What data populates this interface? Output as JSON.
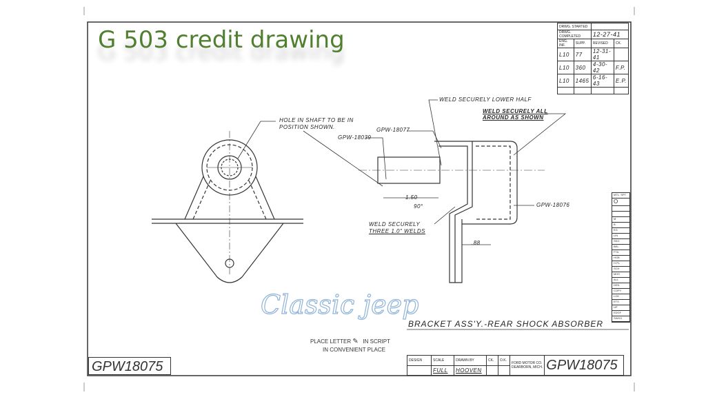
{
  "slide_title": "G 503 credit drawing",
  "watermark": "Classic jeep",
  "revision_block": {
    "drwg_started_label": "DRWG. STARTED",
    "drwg_completed_label": "DRWG. COMPLETED",
    "drwg_completed_value": "12-27-41",
    "headers": [
      "ENG. INF.",
      "SUPP.",
      "REVISED",
      "CK."
    ],
    "rows": [
      [
        "L10",
        "77",
        "12-31-41",
        ""
      ],
      [
        "L10",
        "360",
        "4-30-42",
        "F.P."
      ],
      [
        "L10",
        "1465",
        "6-16-43",
        "E.P."
      ]
    ]
  },
  "side_block": {
    "header": "MTL. SPT.",
    "value": "O",
    "items": [
      "M",
      "B",
      "EG",
      "LIN",
      "SKG",
      "BEL",
      "FTA",
      "HGB",
      "H.PL",
      "SCH",
      "MHS",
      "ALL",
      "DEN",
      "COPY",
      "LOK",
      "ETS",
      "UP",
      "EDGF",
      "SWKG"
    ]
  },
  "annotations": {
    "hole": "HOLE IN SHAFT TO BE IN",
    "hole2": "POSITION SHOWN.",
    "weld_lower": "WELD SECURELY LOWER HALF",
    "weld_all": "WELD SECURELY ALL",
    "weld_all2": "AROUND AS SHOWN",
    "part_18077": "GPW-18077",
    "part_18039": "GPW-18039",
    "part_18076": "GPW-18076",
    "dim_150": "1.50",
    "angle": "90°",
    "weld_three": "WELD SECURELY",
    "weld_three2": "THREE 1.0\" WELDS",
    "dim_88": ".88"
  },
  "drawing_title": "BRACKET ASS'Y.-REAR SHOCK ABSORBER",
  "stamp": {
    "line1": "PLACE LETTER",
    "line1b": "IN SCRIPT",
    "line2": "IN CONVENIENT PLACE"
  },
  "part_number_left": "GPW18075",
  "title_block": {
    "design_label": "DESIGN",
    "scale_label": "SCALE",
    "scale_value": "FULL",
    "drawn_by_label": "DRAWN BY",
    "drawn_by_value": "HOOVEN",
    "ck_label": "CK.",
    "ok_label": "O.K.",
    "company": "FORD MOTOR CO.",
    "location": "DEARBORN, MICH.",
    "part_number": "GPW18075"
  }
}
